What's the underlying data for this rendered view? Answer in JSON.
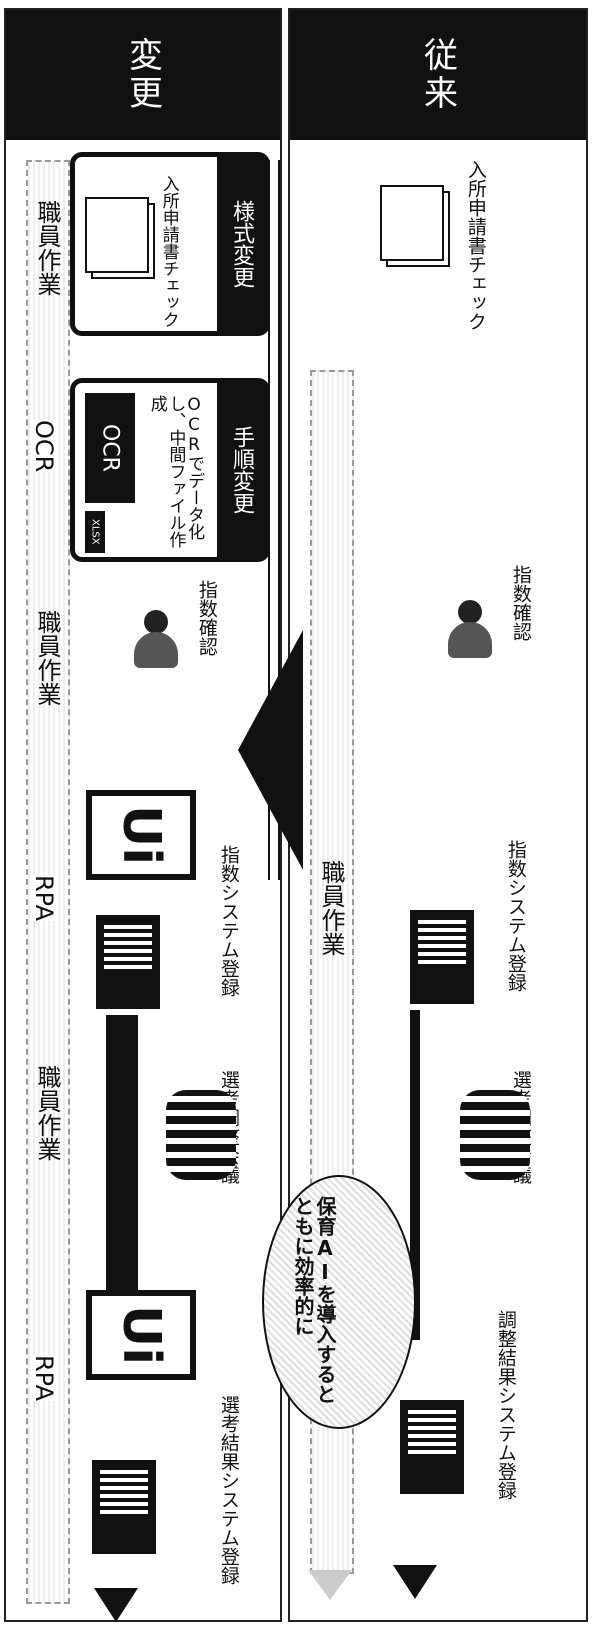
{
  "panels": {
    "before": {
      "header": "従来",
      "steps": {
        "intake_check": "入所申請書チェック",
        "index_check": "指数確認",
        "index_register": "指数システム登録",
        "meeting": "選考調整会議",
        "result_register": "調整結果システム登録"
      },
      "staff_band": "職員作業"
    },
    "after": {
      "header": "変更",
      "form_change": {
        "title": "様式変更",
        "text": "入所申請書チェック"
      },
      "procedure_change": {
        "title": "手順変更",
        "text": "OCRでデータ化し、中間ファイル作成",
        "badge": "OCR",
        "file_tag": "XLSX"
      },
      "steps": {
        "index_check": "指数確認",
        "index_register": "指数システム登録",
        "meeting": "選考調整会議",
        "result_register": "選考結果システム登録"
      },
      "flow": [
        "職員作業",
        "OCR",
        "職員作業",
        "RPA",
        "職員作業",
        "RPA"
      ],
      "logo_text": "Ui"
    }
  },
  "callout": "保育AIを導入するとともに効率的に"
}
